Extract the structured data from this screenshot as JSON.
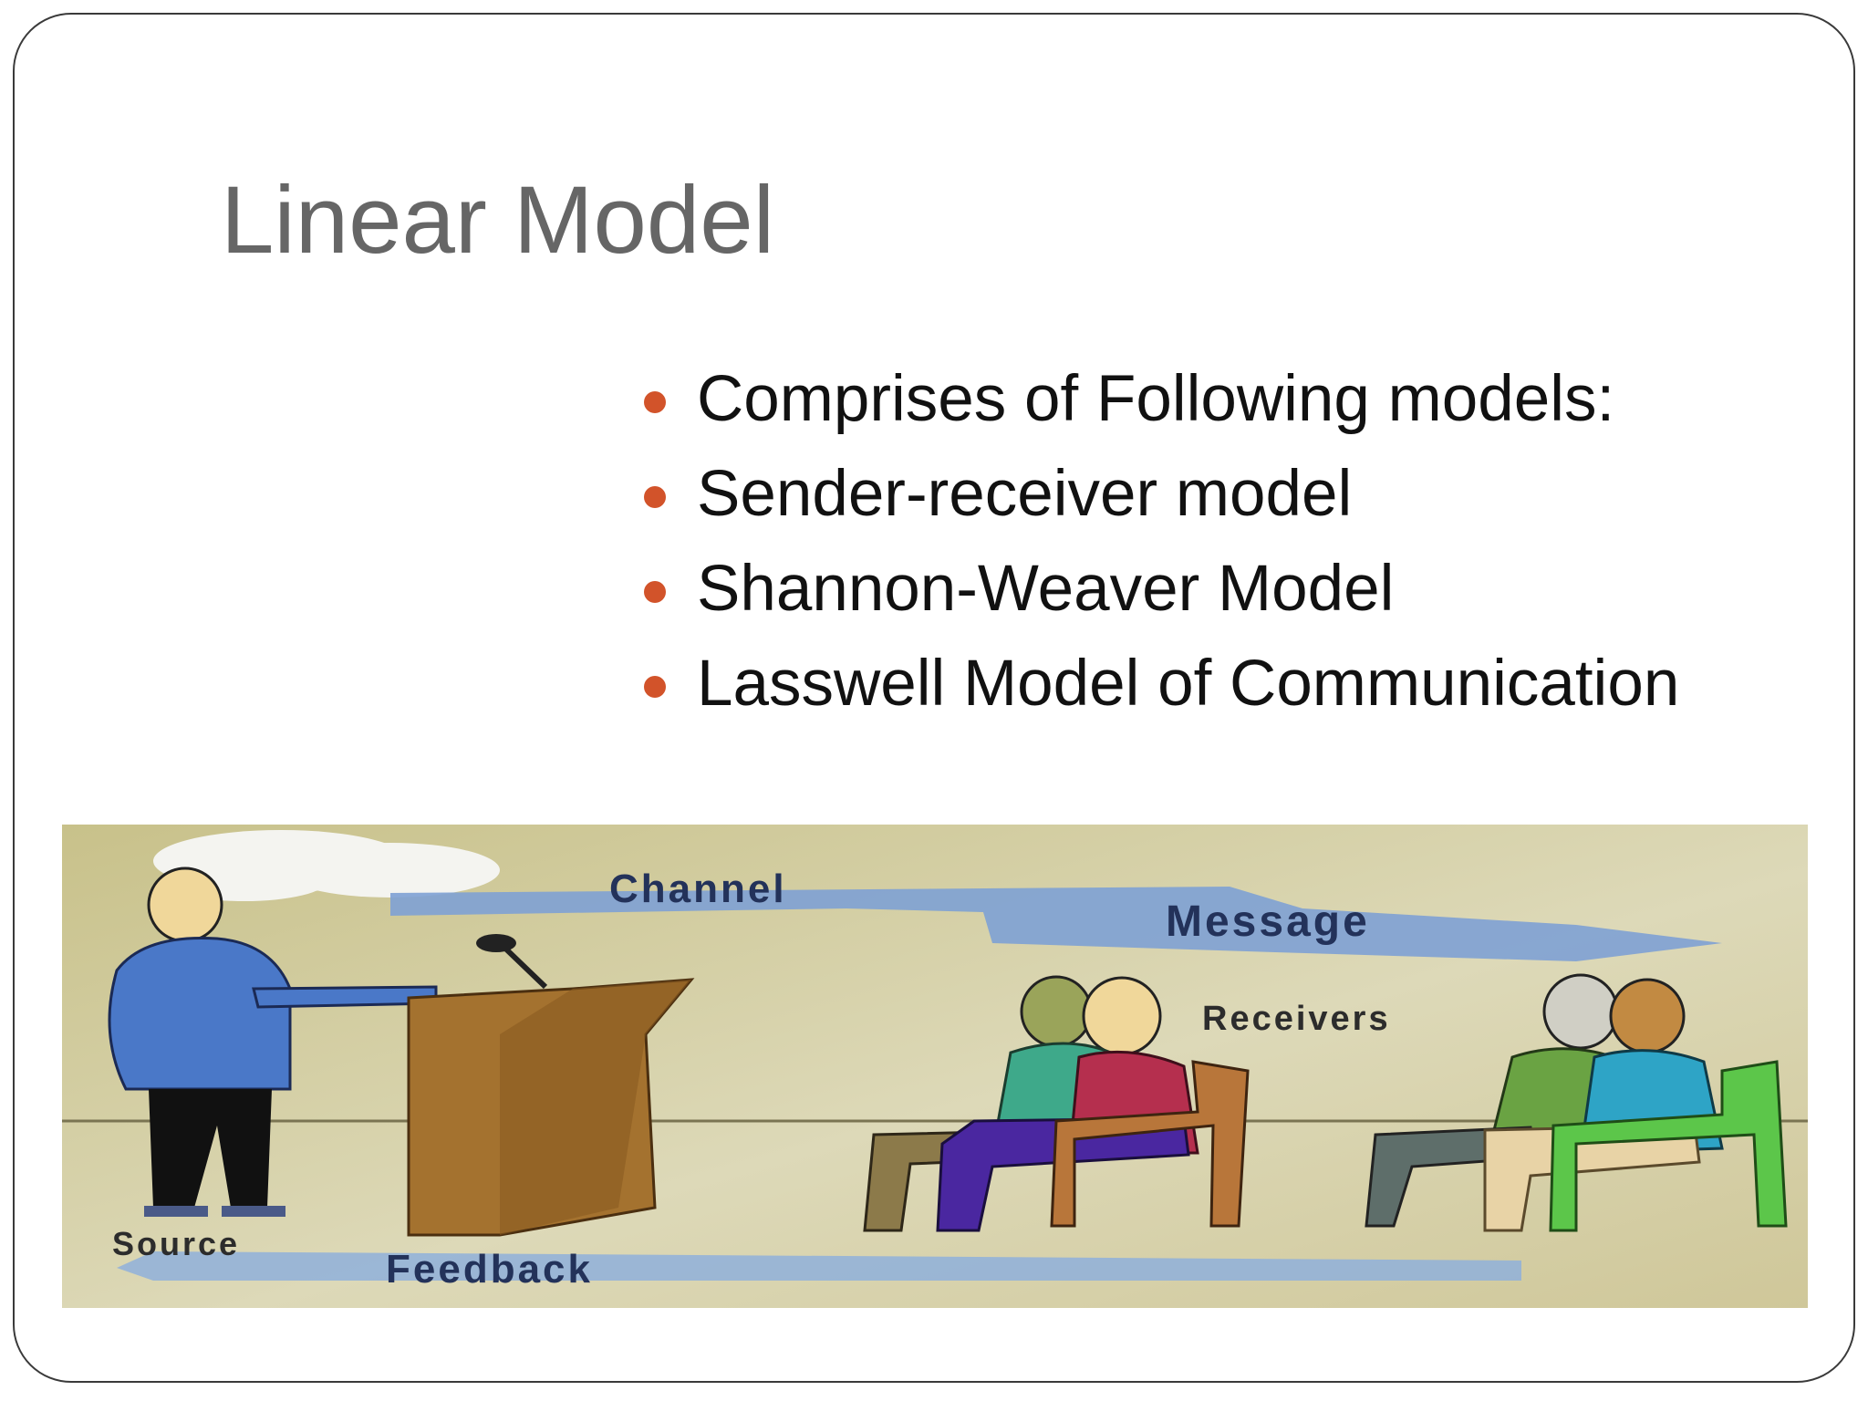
{
  "slide": {
    "title": "Linear Model",
    "bullets": [
      "Comprises of Following models:",
      "Sender-receiver model",
      "Shannon-Weaver Model",
      "Lasswell Model of Communication"
    ],
    "bullet_color": "#d2532a"
  },
  "illustration": {
    "labels": {
      "channel": "Channel",
      "message": "Message",
      "receivers": "Receivers",
      "source": "Source",
      "feedback": "Feedback"
    }
  }
}
